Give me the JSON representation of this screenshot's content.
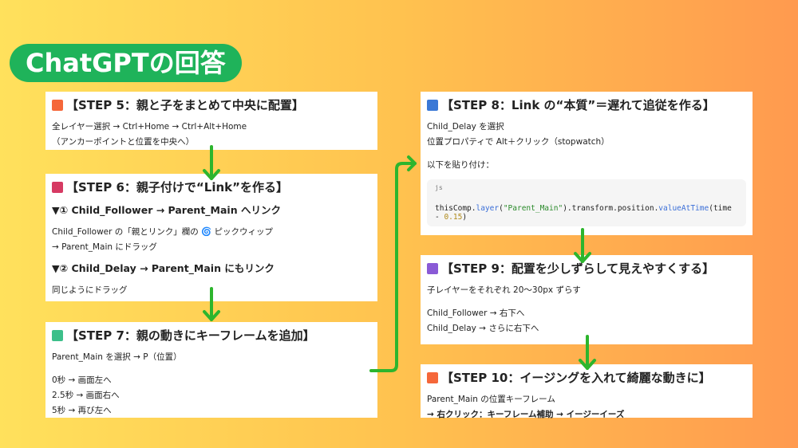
{
  "title": "ChatGPTの回答",
  "colors": {
    "accent_green": "#1fb35a",
    "arrow": "#2db52d"
  },
  "step5": {
    "title": "【STEP 5：親と子をまとめて中央に配置】",
    "color": "#f5673a",
    "lines": [
      "全レイヤー選択 → Ctrl+Home → Ctrl+Alt+Home",
      "（アンカーポイントと位置を中央へ）"
    ]
  },
  "step6": {
    "title": "【STEP 6：親子付けで“Link”を作る】",
    "color": "#d63a63",
    "sub1": "▼① Child_Follower → Parent_Main へリンク",
    "line1": "Child_Follower の「親とリンク」欄の 🌀 ピックウィップ",
    "line2": "→ Parent_Main にドラッグ",
    "sub2": "▼② Child_Delay → Parent_Main にもリンク",
    "line3": "同じようにドラッグ"
  },
  "step7": {
    "title": "【STEP 7：親の動きにキーフレームを追加】",
    "color": "#3cbf8a",
    "line1": "Parent_Main を選択 → P（位置）",
    "lines": [
      "0秒 → 画面左へ",
      "2.5秒 → 画面右へ",
      "5秒 → 再び左へ"
    ]
  },
  "step8": {
    "title": "【STEP 8：Link の“本質”＝遅れて追従を作る】",
    "color": "#3a78d6",
    "line1": "Child_Delay を選択",
    "line2": "位置プロパティで Alt＋クリック（stopwatch）",
    "line3": "以下を貼り付け：",
    "code_lang": "js",
    "code": {
      "a": "thisComp.",
      "b": "layer",
      "c": "(",
      "d": "\"Parent_Main\"",
      "e": ").transform.position.",
      "f": "valueAtTime",
      "g": "(time - ",
      "h": "0.15",
      "i": ")"
    }
  },
  "step9": {
    "title": "【STEP 9：配置を少しずらして見えやすくする】",
    "color": "#8a5ad6",
    "line1": "子レイヤーをそれぞれ 20〜30px ずらす",
    "lines": [
      "Child_Follower → 右下へ",
      "Child_Delay → さらに右下へ"
    ]
  },
  "step10": {
    "title": "【STEP 10：イージングを入れて綺麗な動きに】",
    "color": "#f5673a",
    "line1": "Parent_Main の位置キーフレーム",
    "line2": "→ 右クリック：キーフレーム補助 → イージーイーズ"
  }
}
